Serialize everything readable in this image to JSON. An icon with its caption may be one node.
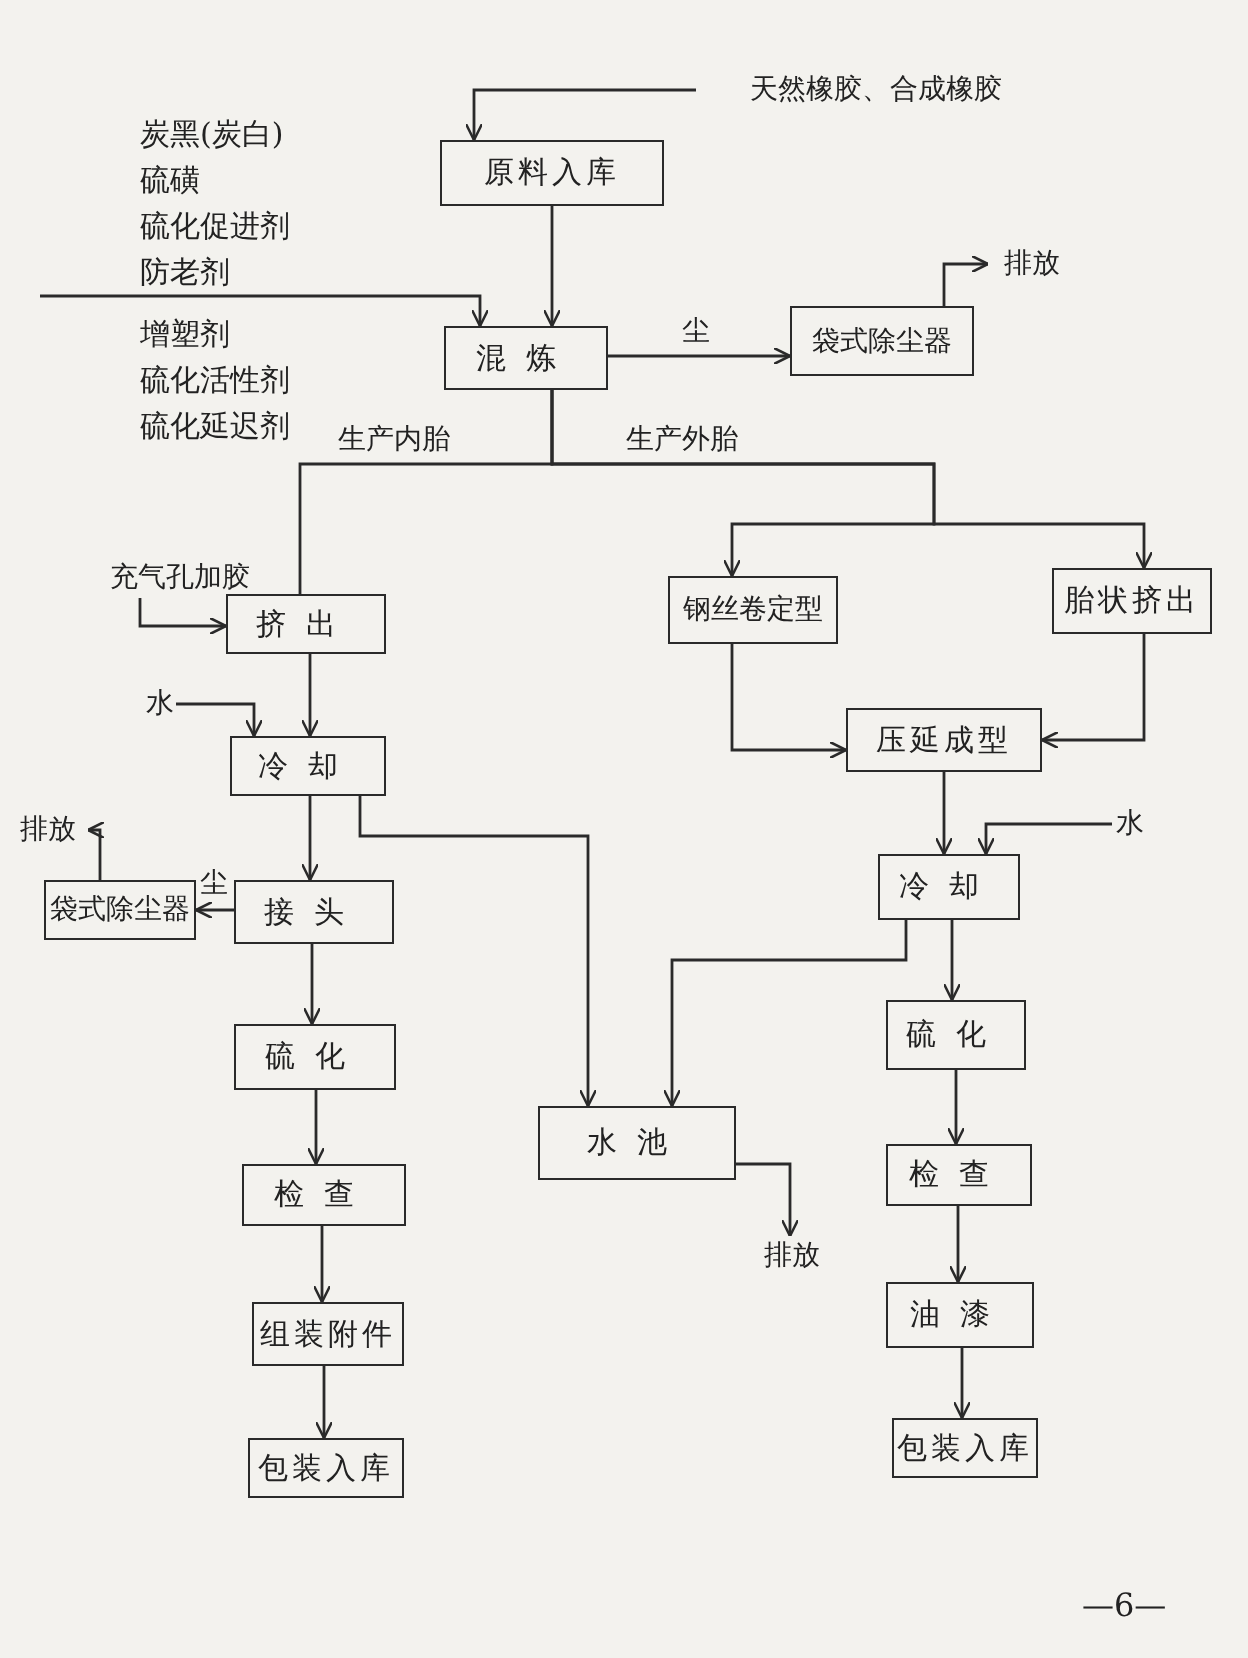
{
  "diagram": {
    "nodes": [
      {
        "text": [
          "天然橡胶、合成橡胶"
        ]
      },
      {
        "text": [
          "原料入库"
        ]
      },
      {
        "text": [
          "炭黑(炭白)",
          "硫磺",
          "硫化促进剂",
          "防老剂",
          "增塑剂",
          "硫化活性剂",
          "硫化延迟剂"
        ]
      },
      {
        "text": [
          "混炼"
        ]
      },
      {
        "text": [
          "袋式除尘器"
        ]
      },
      {
        "text": [
          "排放"
        ]
      },
      {
        "text": [
          "充气孔加胶"
        ]
      },
      {
        "text": [
          "挤出"
        ]
      },
      {
        "text": [
          "水"
        ]
      },
      {
        "text": [
          "冷却"
        ]
      },
      {
        "text": [
          "排放"
        ]
      },
      {
        "text": [
          "袋式除尘器"
        ]
      },
      {
        "text": [
          "接头"
        ]
      },
      {
        "text": [
          "硫化"
        ]
      },
      {
        "text": [
          "检查"
        ]
      },
      {
        "text": [
          "组装附件"
        ]
      },
      {
        "text": [
          "包装入库"
        ]
      },
      {
        "text": [
          "钢丝卷定型"
        ]
      },
      {
        "text": [
          "胎状挤出"
        ]
      },
      {
        "text": [
          "压延成型"
        ]
      },
      {
        "text": [
          "水"
        ]
      },
      {
        "text": [
          "冷却"
        ]
      },
      {
        "text": [
          "水池"
        ]
      },
      {
        "text": [
          "排放"
        ]
      },
      {
        "text": [
          "硫化"
        ]
      },
      {
        "text": [
          "检查"
        ]
      },
      {
        "text": [
          "油漆"
        ]
      },
      {
        "text": [
          "包装入库"
        ]
      }
    ],
    "edges": [
      {
        "from": 0,
        "to": 1,
        "arrow": "to"
      },
      {
        "from": 1,
        "to": 3,
        "arrow": "to"
      },
      {
        "from": 2,
        "to": 3,
        "arrow": "to"
      },
      {
        "from": 3,
        "to": 4,
        "arrow": "to",
        "label": "尘"
      },
      {
        "from": 4,
        "to": 5,
        "arrow": "to"
      },
      {
        "from": 3,
        "to": 7,
        "arrow": "none",
        "label": "生产内胎"
      },
      {
        "from": 3,
        "to": 17,
        "arrow": "to",
        "label": "生产外胎"
      },
      {
        "from": 3,
        "to": 18,
        "arrow": "to"
      },
      {
        "from": 6,
        "to": 7,
        "arrow": "to"
      },
      {
        "from": 7,
        "to": 9,
        "arrow": "to"
      },
      {
        "from": 8,
        "to": 9,
        "arrow": "to"
      },
      {
        "from": 9,
        "to": 12,
        "arrow": "to"
      },
      {
        "from": 9,
        "to": 22,
        "arrow": "to"
      },
      {
        "from": 12,
        "to": 11,
        "arrow": "to",
        "label": "尘"
      },
      {
        "from": 11,
        "to": 10,
        "arrow": "to"
      },
      {
        "from": 12,
        "to": 13,
        "arrow": "to"
      },
      {
        "from": 13,
        "to": 14,
        "arrow": "to"
      },
      {
        "from": 14,
        "to": 15,
        "arrow": "to"
      },
      {
        "from": 15,
        "to": 16,
        "arrow": "to"
      },
      {
        "from": 17,
        "to": 19,
        "arrow": "to"
      },
      {
        "from": 18,
        "to": 19,
        "arrow": "to"
      },
      {
        "from": 19,
        "to": 21,
        "arrow": "to"
      },
      {
        "from": 20,
        "to": 21,
        "arrow": "to"
      },
      {
        "from": 21,
        "to": 22,
        "arrow": "to"
      },
      {
        "from": 21,
        "to": 24,
        "arrow": "to"
      },
      {
        "from": 24,
        "to": 25,
        "arrow": "to"
      },
      {
        "from": 25,
        "to": 26,
        "arrow": "to"
      },
      {
        "from": 26,
        "to": 27,
        "arrow": "to"
      },
      {
        "from": 22,
        "to": 23,
        "arrow": "to"
      }
    ],
    "labels": [
      "—6—"
    ]
  }
}
